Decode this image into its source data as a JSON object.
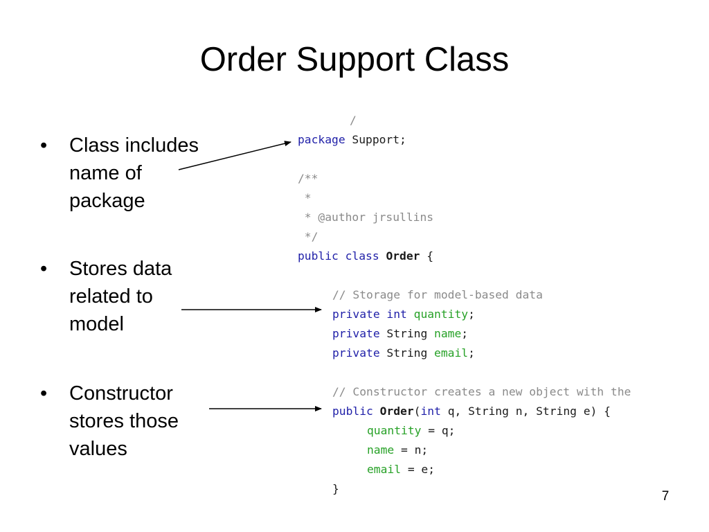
{
  "slide": {
    "title": "Order Support Class",
    "page_number": "7"
  },
  "bullets": [
    {
      "marker": "•",
      "text": "Class includes\nname of\npackage"
    },
    {
      "marker": "•",
      "text": "Stores data\nrelated to\nmodel"
    },
    {
      "marker": "•",
      "text": "Constructor\nstores those\nvalues"
    }
  ],
  "code": {
    "lines": [
      {
        "indent": 1,
        "tokens": [
          {
            "t": "/",
            "c": "cm"
          }
        ]
      },
      {
        "indent": 0,
        "tokens": [
          {
            "t": "package",
            "c": "kw"
          },
          {
            "t": " Support;",
            "c": "pl"
          }
        ]
      },
      {
        "indent": 0,
        "tokens": []
      },
      {
        "indent": 0,
        "tokens": [
          {
            "t": "/**",
            "c": "cm"
          }
        ]
      },
      {
        "indent": 0,
        "tokens": [
          {
            "t": " *",
            "c": "cm"
          }
        ]
      },
      {
        "indent": 0,
        "tokens": [
          {
            "t": " * @author jrsullins",
            "c": "cm"
          }
        ]
      },
      {
        "indent": 0,
        "tokens": [
          {
            "t": " */",
            "c": "cm"
          }
        ]
      },
      {
        "indent": 0,
        "tokens": [
          {
            "t": "public class",
            "c": "kw"
          },
          {
            "t": " ",
            "c": "pl"
          },
          {
            "t": "Order",
            "c": "pl bold"
          },
          {
            "t": " {",
            "c": "pl"
          }
        ]
      },
      {
        "indent": 0,
        "tokens": []
      },
      {
        "indent": 1,
        "tokens": [
          {
            "t": "// Storage for model-based data",
            "c": "cm"
          }
        ]
      },
      {
        "indent": 1,
        "tokens": [
          {
            "t": "private int",
            "c": "kw"
          },
          {
            "t": " ",
            "c": "pl"
          },
          {
            "t": "quantity",
            "c": "fd"
          },
          {
            "t": ";",
            "c": "pl"
          }
        ]
      },
      {
        "indent": 1,
        "tokens": [
          {
            "t": "private",
            "c": "kw"
          },
          {
            "t": " String ",
            "c": "pl"
          },
          {
            "t": "name",
            "c": "fd"
          },
          {
            "t": ";",
            "c": "pl"
          }
        ]
      },
      {
        "indent": 1,
        "tokens": [
          {
            "t": "private",
            "c": "kw"
          },
          {
            "t": " String ",
            "c": "pl"
          },
          {
            "t": "email",
            "c": "fd"
          },
          {
            "t": ";",
            "c": "pl"
          }
        ]
      },
      {
        "indent": 0,
        "tokens": []
      },
      {
        "indent": 1,
        "tokens": [
          {
            "t": "// Constructor creates a new object with the",
            "c": "cm"
          }
        ]
      },
      {
        "indent": 1,
        "tokens": [
          {
            "t": "public",
            "c": "kw"
          },
          {
            "t": " ",
            "c": "pl"
          },
          {
            "t": "Order",
            "c": "pl bold"
          },
          {
            "t": "(",
            "c": "pl"
          },
          {
            "t": "int",
            "c": "kw"
          },
          {
            "t": " q, String n, String e) {",
            "c": "pl"
          }
        ]
      },
      {
        "indent": 2,
        "tokens": [
          {
            "t": "quantity",
            "c": "fd"
          },
          {
            "t": " = q;",
            "c": "pl"
          }
        ]
      },
      {
        "indent": 2,
        "tokens": [
          {
            "t": "name",
            "c": "fd"
          },
          {
            "t": " = n;",
            "c": "pl"
          }
        ]
      },
      {
        "indent": 2,
        "tokens": [
          {
            "t": "email",
            "c": "fd"
          },
          {
            "t": " = e;",
            "c": "pl"
          }
        ]
      },
      {
        "indent": 1,
        "tokens": [
          {
            "t": "}",
            "c": "pl"
          }
        ]
      }
    ]
  },
  "colors": {
    "keyword": "#1f1fa8",
    "comment": "#8a8a8a",
    "field": "#27a127",
    "text": "#1a1a1a"
  }
}
